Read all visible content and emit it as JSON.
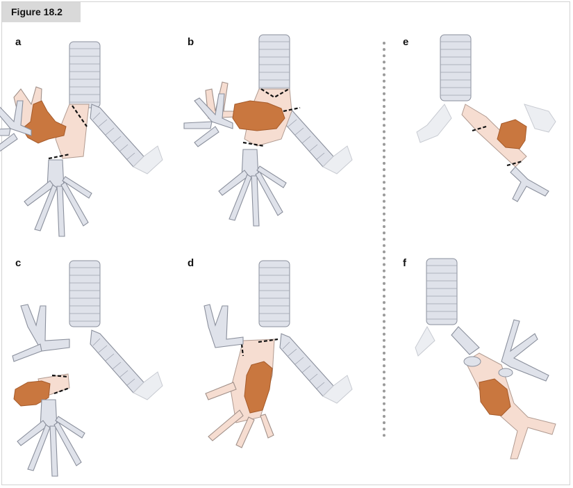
{
  "figure": {
    "title": "Figure 18.2"
  },
  "panels": [
    {
      "label": "a"
    },
    {
      "label": "b"
    },
    {
      "label": "e"
    },
    {
      "label": "c"
    },
    {
      "label": "d"
    },
    {
      "label": "f"
    }
  ],
  "colors": {
    "airway": "#dfe2ea",
    "resected_zone": "#f6ddd1",
    "tumor": "#c9773f",
    "divider": "#9a9a9a"
  }
}
